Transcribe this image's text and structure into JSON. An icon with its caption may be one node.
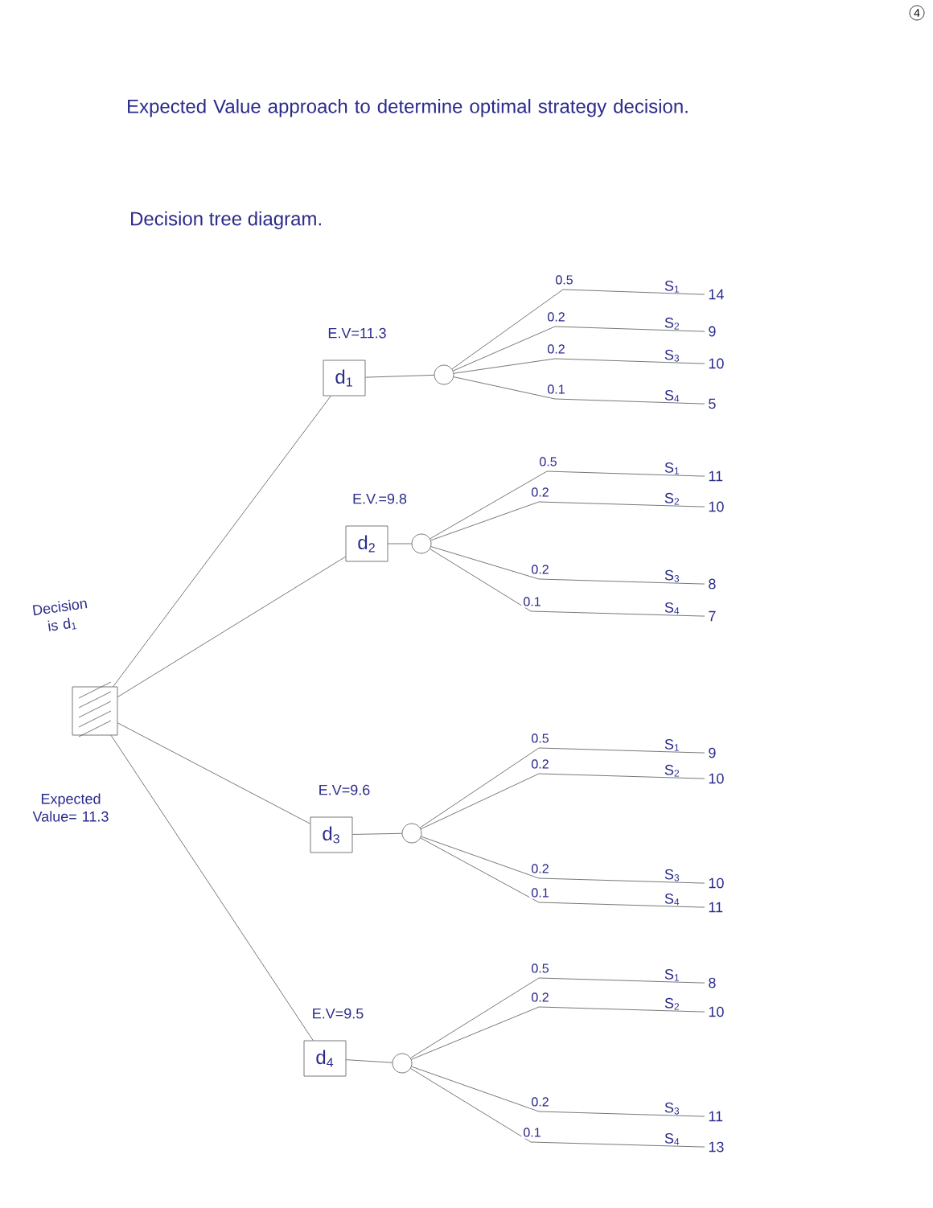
{
  "diagram": {
    "title": "Expected Value approach to determine optimal strategy decision.",
    "nodes": [
      {
        "text": [],
        "shape": "box",
        "beside": [
          "Decision is d$_{1}$",
          "Expected Value= 11.3"
        ]
      },
      {
        "text": [
          "d$_{1}$"
        ],
        "beside": [
          "E.V=11.3"
        ]
      },
      {
        "text": [],
        "shape": "circle"
      },
      {
        "text": [
          "14"
        ],
        "beside": [
          "S$_{1}$"
        ]
      },
      {
        "text": [
          "9"
        ],
        "beside": [
          "S$_{2}$"
        ]
      },
      {
        "text": [
          "10"
        ],
        "beside": [
          "S$_{3}$"
        ]
      },
      {
        "text": [
          "5"
        ],
        "beside": [
          "S$_{4}$"
        ]
      },
      {
        "text": [
          "d$_{2}$"
        ],
        "beside": [
          "E.V.=9.8"
        ]
      },
      {
        "text": [],
        "shape": "circle"
      },
      {
        "text": [
          "11"
        ],
        "beside": [
          "S$_{1}$"
        ]
      },
      {
        "text": [
          "10"
        ],
        "beside": [
          "S$_{2}$"
        ]
      },
      {
        "text": [
          "8"
        ],
        "beside": [
          "S$_{3}$"
        ]
      },
      {
        "text": [
          "7"
        ],
        "beside": [
          "S$_{4}$"
        ]
      },
      {
        "text": [
          "d$_{3}$"
        ],
        "beside": [
          "E.V=9.6"
        ]
      },
      {
        "text": [],
        "shape": "circle"
      },
      {
        "text": [
          "9"
        ],
        "beside": [
          "S$_{1}$"
        ]
      },
      {
        "text": [
          "10"
        ],
        "beside": [
          "S$_{2}$"
        ]
      },
      {
        "text": [
          "10"
        ],
        "beside": [
          "S$_{3}$"
        ]
      },
      {
        "text": [
          "11"
        ],
        "beside": [
          "S$_{4}$"
        ]
      },
      {
        "text": [
          "d$_{4}$"
        ],
        "beside": [
          "E.V=9.5"
        ]
      },
      {
        "text": [],
        "shape": "circle"
      },
      {
        "text": [
          "8"
        ],
        "beside": [
          "S$_{1}$"
        ]
      },
      {
        "text": [
          "10"
        ],
        "beside": [
          "S$_{2}$"
        ]
      },
      {
        "text": [
          "11"
        ],
        "beside": [
          "S$_{3}$"
        ]
      },
      {
        "text": [
          "13"
        ],
        "beside": [
          "S$_{4}$"
        ]
      }
    ],
    "edges": [
      {
        "from": 0,
        "to": 1,
        "arrow": "none"
      },
      {
        "from": 1,
        "to": 2,
        "arrow": "none"
      },
      {
        "from": 2,
        "to": 3,
        "arrow": "none",
        "label": "0.5"
      },
      {
        "from": 2,
        "to": 4,
        "arrow": "none",
        "label": "0.2"
      },
      {
        "from": 2,
        "to": 5,
        "arrow": "none",
        "label": "0.2"
      },
      {
        "from": 2,
        "to": 6,
        "arrow": "none",
        "label": "0.1"
      },
      {
        "from": 0,
        "to": 7,
        "arrow": "none"
      },
      {
        "from": 7,
        "to": 8,
        "arrow": "none"
      },
      {
        "from": 8,
        "to": 9,
        "arrow": "none",
        "label": "0.5"
      },
      {
        "from": 8,
        "to": 10,
        "arrow": "none",
        "label": "0.2"
      },
      {
        "from": 8,
        "to": 11,
        "arrow": "none",
        "label": "0.2"
      },
      {
        "from": 8,
        "to": 12,
        "arrow": "none",
        "label": "0.1"
      },
      {
        "from": 0,
        "to": 13,
        "arrow": "none"
      },
      {
        "from": 13,
        "to": 14,
        "arrow": "none"
      },
      {
        "from": 14,
        "to": 15,
        "arrow": "none",
        "label": "0.5"
      },
      {
        "from": 14,
        "to": 16,
        "arrow": "none",
        "label": "0.2"
      },
      {
        "from": 14,
        "to": 17,
        "arrow": "none",
        "label": "0.2"
      },
      {
        "from": 14,
        "to": 18,
        "arrow": "none",
        "label": "0.1"
      },
      {
        "from": 0,
        "to": 19,
        "arrow": "none"
      },
      {
        "from": 19,
        "to": 20,
        "arrow": "none"
      },
      {
        "from": 20,
        "to": 21,
        "arrow": "none",
        "label": "0.5"
      },
      {
        "from": 20,
        "to": 22,
        "arrow": "none",
        "label": "0.2"
      },
      {
        "from": 20,
        "to": 23,
        "arrow": "none",
        "label": "0.2"
      },
      {
        "from": 20,
        "to": 24,
        "arrow": "none",
        "label": "0.1"
      }
    ],
    "labels": [
      "4",
      "Decision tree diagram."
    ]
  }
}
